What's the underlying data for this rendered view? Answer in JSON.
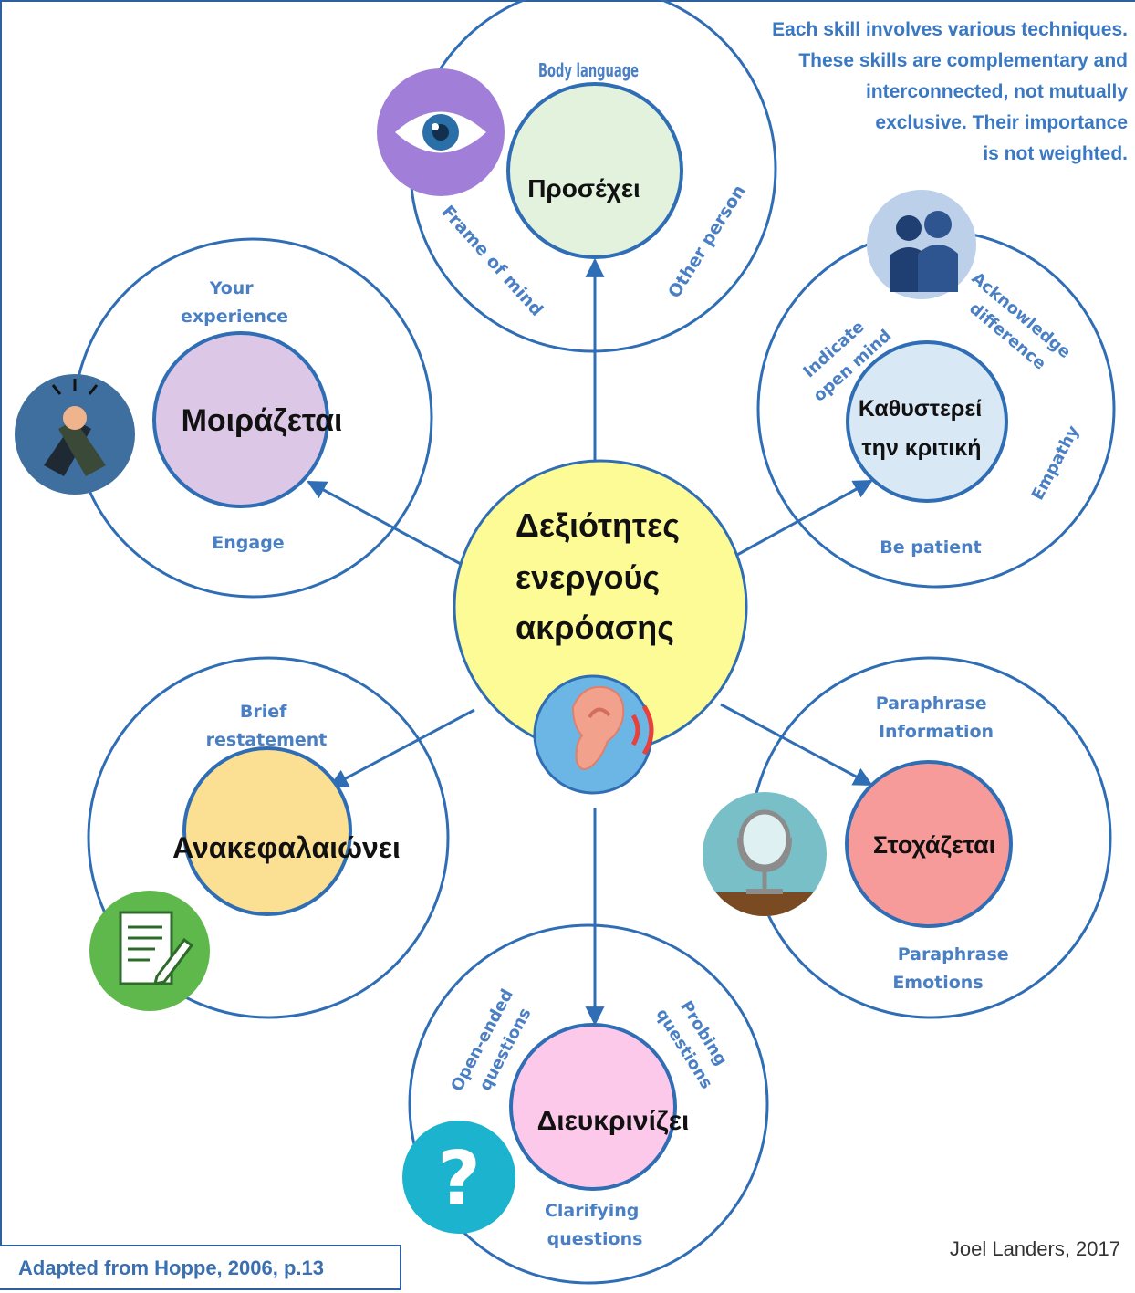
{
  "note": [
    "Each skill involves various techniques.",
    "These skills are complementary and",
    "interconnected, not mutually",
    "exclusive. Their importance",
    "is not weighted."
  ],
  "center": {
    "lines": [
      "Δεξιότητες",
      "ενεργούς",
      "ακρόασης"
    ],
    "icon": "ear-icon"
  },
  "skills": {
    "attend": {
      "title": "Προσέχει",
      "labels": [
        "Body language",
        "Frame of mind",
        "Other person"
      ],
      "icon": "eye-icon"
    },
    "share": {
      "title": "Μοιράζεται",
      "labels": [
        "Your experience",
        "Engage"
      ],
      "icon": "handshake-icon"
    },
    "suspend": {
      "title": [
        "Καθυστερεί",
        "την κριτική"
      ],
      "labels": [
        "Indicate open mind",
        "Acknowledge difference",
        "Empathy",
        "Be patient"
      ],
      "icon": "people-icon"
    },
    "summarize": {
      "title": "Ανακεφαλαιώνει",
      "labels": [
        "Brief restatement"
      ],
      "icon": "notepad-icon"
    },
    "reflect": {
      "title": "Στοχάζεται",
      "labels": [
        "Paraphrase Information",
        "Paraphrase Emotions"
      ],
      "icon": "mirror-icon"
    },
    "clarify": {
      "title": "Διευκρινίζει",
      "labels": [
        "Open-ended questions",
        "Probing questions",
        "Clarifying questions"
      ],
      "icon": "question-icon"
    }
  },
  "credit": "Joel Landers, 2017",
  "source": "Adapted from Hoppe, 2006, p.13",
  "colors": {
    "ring": "#2f6db5",
    "label": "#4a7fc4",
    "center": "#fdfb96",
    "attend": "#e3f2dd",
    "share": "#dcc8e6",
    "suspend": "#d9e8f5",
    "summarize": "#fbdf93",
    "reflect": "#f79a9a",
    "clarify": "#fcc9ea"
  }
}
